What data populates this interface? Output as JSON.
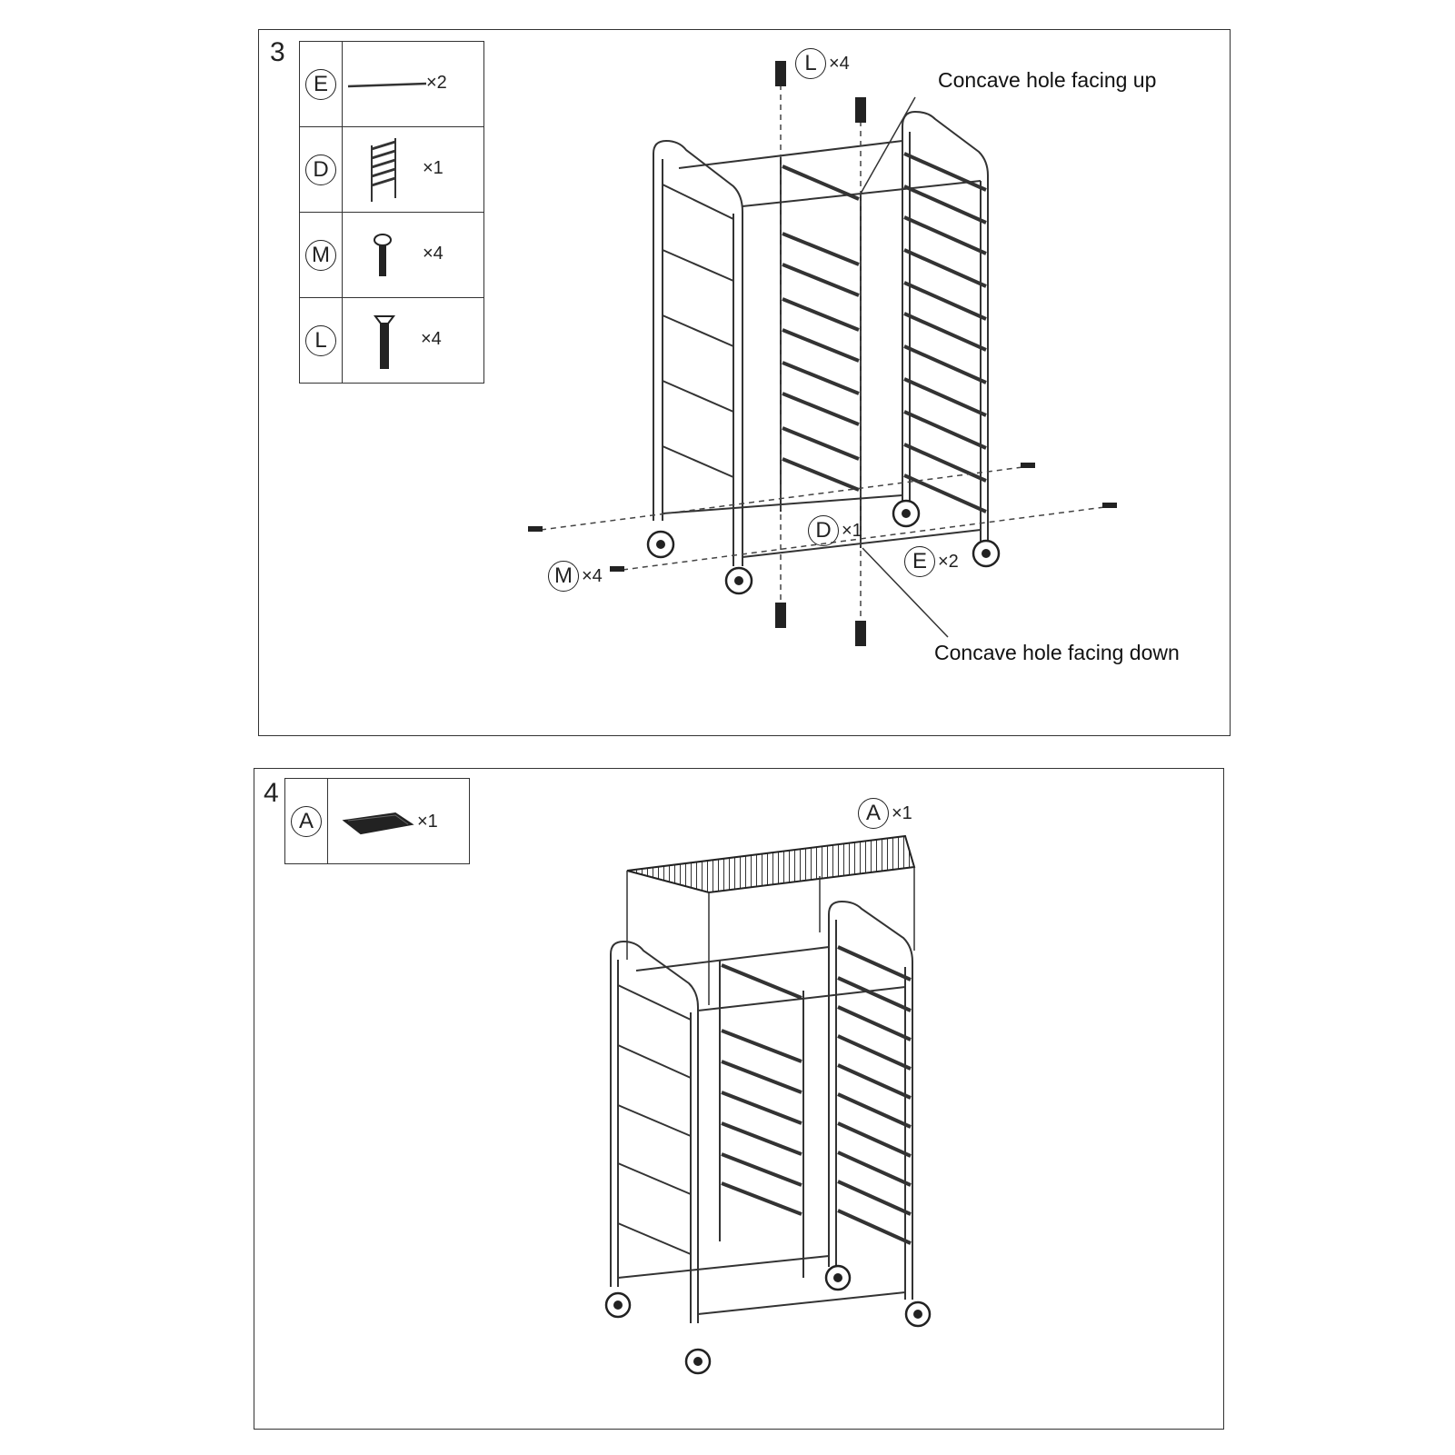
{
  "step3": {
    "number": "3",
    "parts": [
      {
        "letter": "E",
        "qty": "×2",
        "icon": "rod-icon"
      },
      {
        "letter": "D",
        "qty": "×1",
        "icon": "ladder-frame-icon"
      },
      {
        "letter": "M",
        "qty": "×4",
        "icon": "screw-icon"
      },
      {
        "letter": "L",
        "qty": "×4",
        "icon": "bolt-icon"
      }
    ],
    "callouts": {
      "up": "Concave hole facing up",
      "down": "Concave hole facing down"
    },
    "tags": {
      "L": {
        "letter": "L",
        "qty": "×4"
      },
      "D": {
        "letter": "D",
        "qty": "×1"
      },
      "E": {
        "letter": "E",
        "qty": "×2"
      },
      "M": {
        "letter": "M",
        "qty": "×4"
      }
    }
  },
  "step4": {
    "number": "4",
    "parts": [
      {
        "letter": "A",
        "qty": "×1",
        "icon": "top-tray-icon"
      }
    ],
    "tags": {
      "A": {
        "letter": "A",
        "qty": "×1"
      }
    }
  },
  "colors": {
    "line": "#333333",
    "background": "#ffffff"
  }
}
